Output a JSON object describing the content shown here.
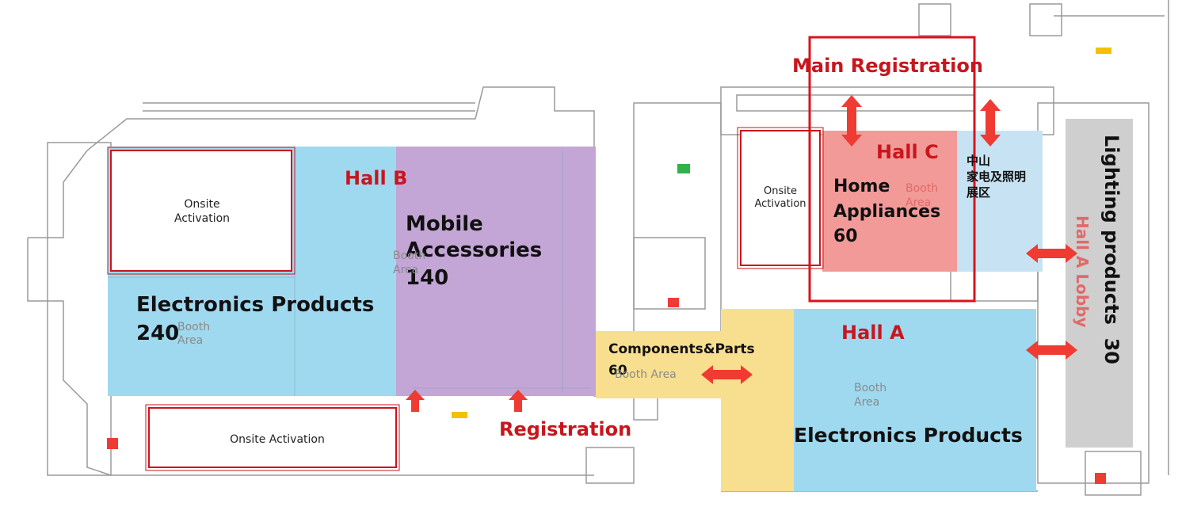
{
  "title": "",
  "colors": {
    "blue_zone": "#9fd9f0",
    "purple_zone": "#c3a6d6",
    "yellow_zone": "#f8df8f",
    "pink_zone": "#f29a98",
    "lightblue_zone": "#c7e3f3",
    "gray_zone": "#cfcfcf",
    "label_red": "#c8161d",
    "arrow_red": "#ef3b32",
    "wall_gray": "#9a9a9a"
  },
  "halls": {
    "hall_b": "Hall B",
    "hall_a": "Hall A",
    "hall_c": "Hall C"
  },
  "zones": {
    "electronics_b": {
      "title": "Electronics Products",
      "value": "240",
      "booth_line1": "Booth",
      "booth_line2": "Area"
    },
    "mobile": {
      "title_line1": "Mobile",
      "title_line2": "Accessories",
      "value": "140",
      "booth_line1": "Booth",
      "booth_line2": "Area"
    },
    "components": {
      "title": "Components&Parts",
      "value": "60",
      "booth": "Booth Area"
    },
    "electronics_a": {
      "title": "Electronics Products",
      "booth_line1": "Booth",
      "booth_line2": "Area"
    },
    "home": {
      "title_line1": "Home",
      "title_line2": "Appliances",
      "value": "60",
      "booth_line1": "Booth",
      "booth_line2": "Area"
    },
    "zhongshan": {
      "line1": "中山",
      "line2": "家电及照明",
      "line3": "展区"
    },
    "lighting": {
      "title": "Lighting products",
      "value": "30"
    }
  },
  "activations": {
    "top_left": {
      "line1": "Onsite",
      "line2": "Activation"
    },
    "bottom": {
      "label": "Onsite Activation"
    },
    "hall_c": {
      "line1": "Onsite",
      "line2": "Activation"
    }
  },
  "labels": {
    "registration": "Registration",
    "main_registration": "Main Registration",
    "hall_a_lobby": "Hall A Lobby"
  },
  "icons": [
    "double-arrow-icon",
    "up-arrow-icon",
    "exit-sign-icon"
  ]
}
